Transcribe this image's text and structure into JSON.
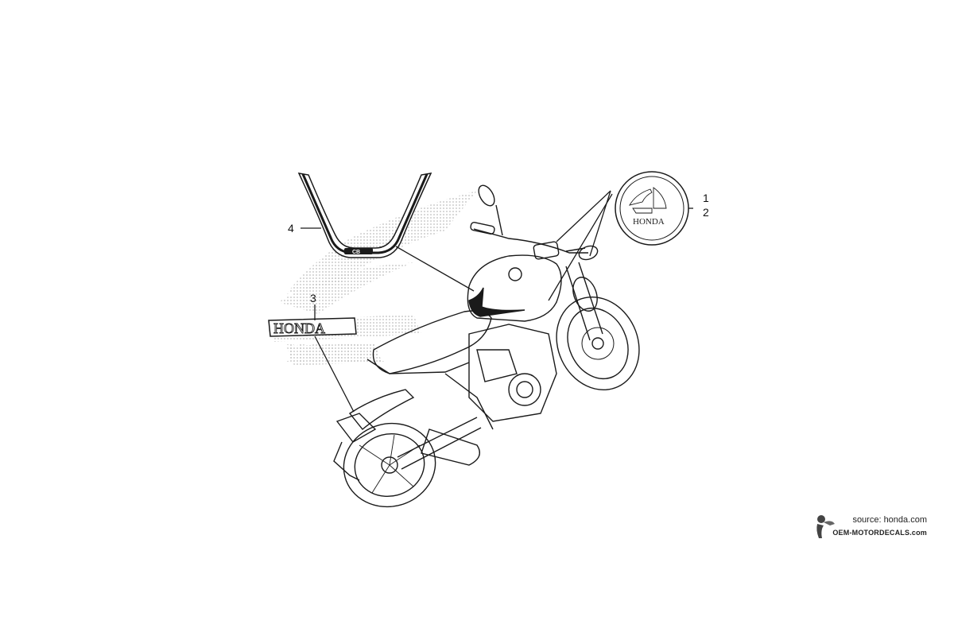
{
  "diagram": {
    "callouts": [
      {
        "id": "1",
        "label": "1"
      },
      {
        "id": "2",
        "label": "2"
      },
      {
        "id": "3",
        "label": "3"
      },
      {
        "id": "4",
        "label": "4"
      }
    ],
    "emblem_text": "HONDA",
    "badge_text": "HONDA",
    "watermark_text": "HONDA",
    "tank_stripe_logo": "CB"
  },
  "footer": {
    "source": "source: honda.com",
    "brand": "OEM-MOTORDECALS.com"
  },
  "colors": {
    "line": "#1a1a1a",
    "watermark_dots": "#c8c8c8",
    "background": "#ffffff"
  }
}
